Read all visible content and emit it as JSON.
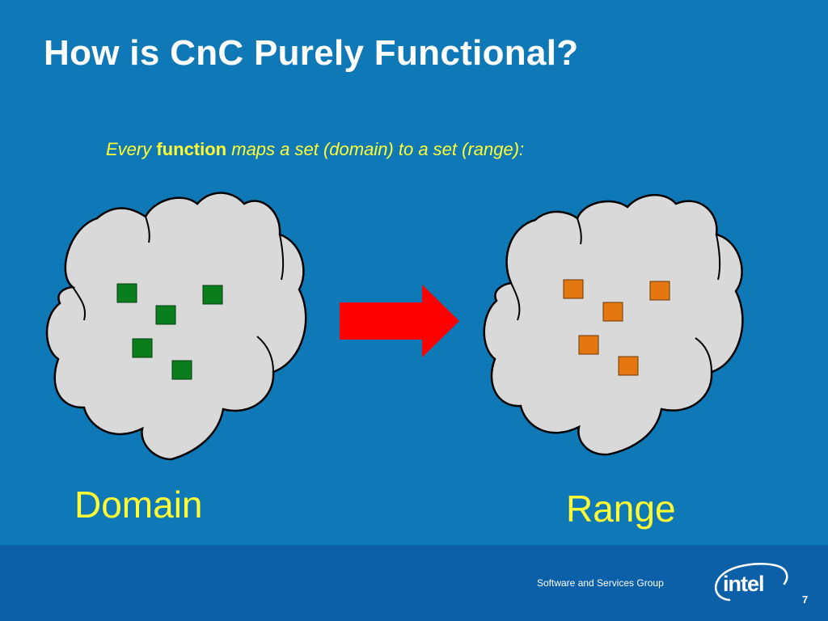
{
  "slide": {
    "title": "How is CnC Purely Functional?",
    "subtitle": {
      "prefix": "Every ",
      "emphasis": "function",
      "suffix": " maps a set (domain) to a set (range):"
    }
  },
  "diagram": {
    "domain_label": "Domain",
    "range_label": "Range",
    "domain_element_count": 5,
    "range_element_count": 5,
    "colors": {
      "cloud_fill": "#d9d9d9",
      "cloud_stroke": "#000000",
      "domain_element": "#0a7e1d",
      "range_element": "#e47710",
      "arrow": "#ff0000",
      "label_text": "#ffff33"
    }
  },
  "footer": {
    "group_name": "Software and Services Group",
    "page_number": "7",
    "logo": "intel"
  },
  "colors": {
    "background": "#0f79b7",
    "footer_bar": "#0c60a8",
    "title": "#ffffff"
  }
}
